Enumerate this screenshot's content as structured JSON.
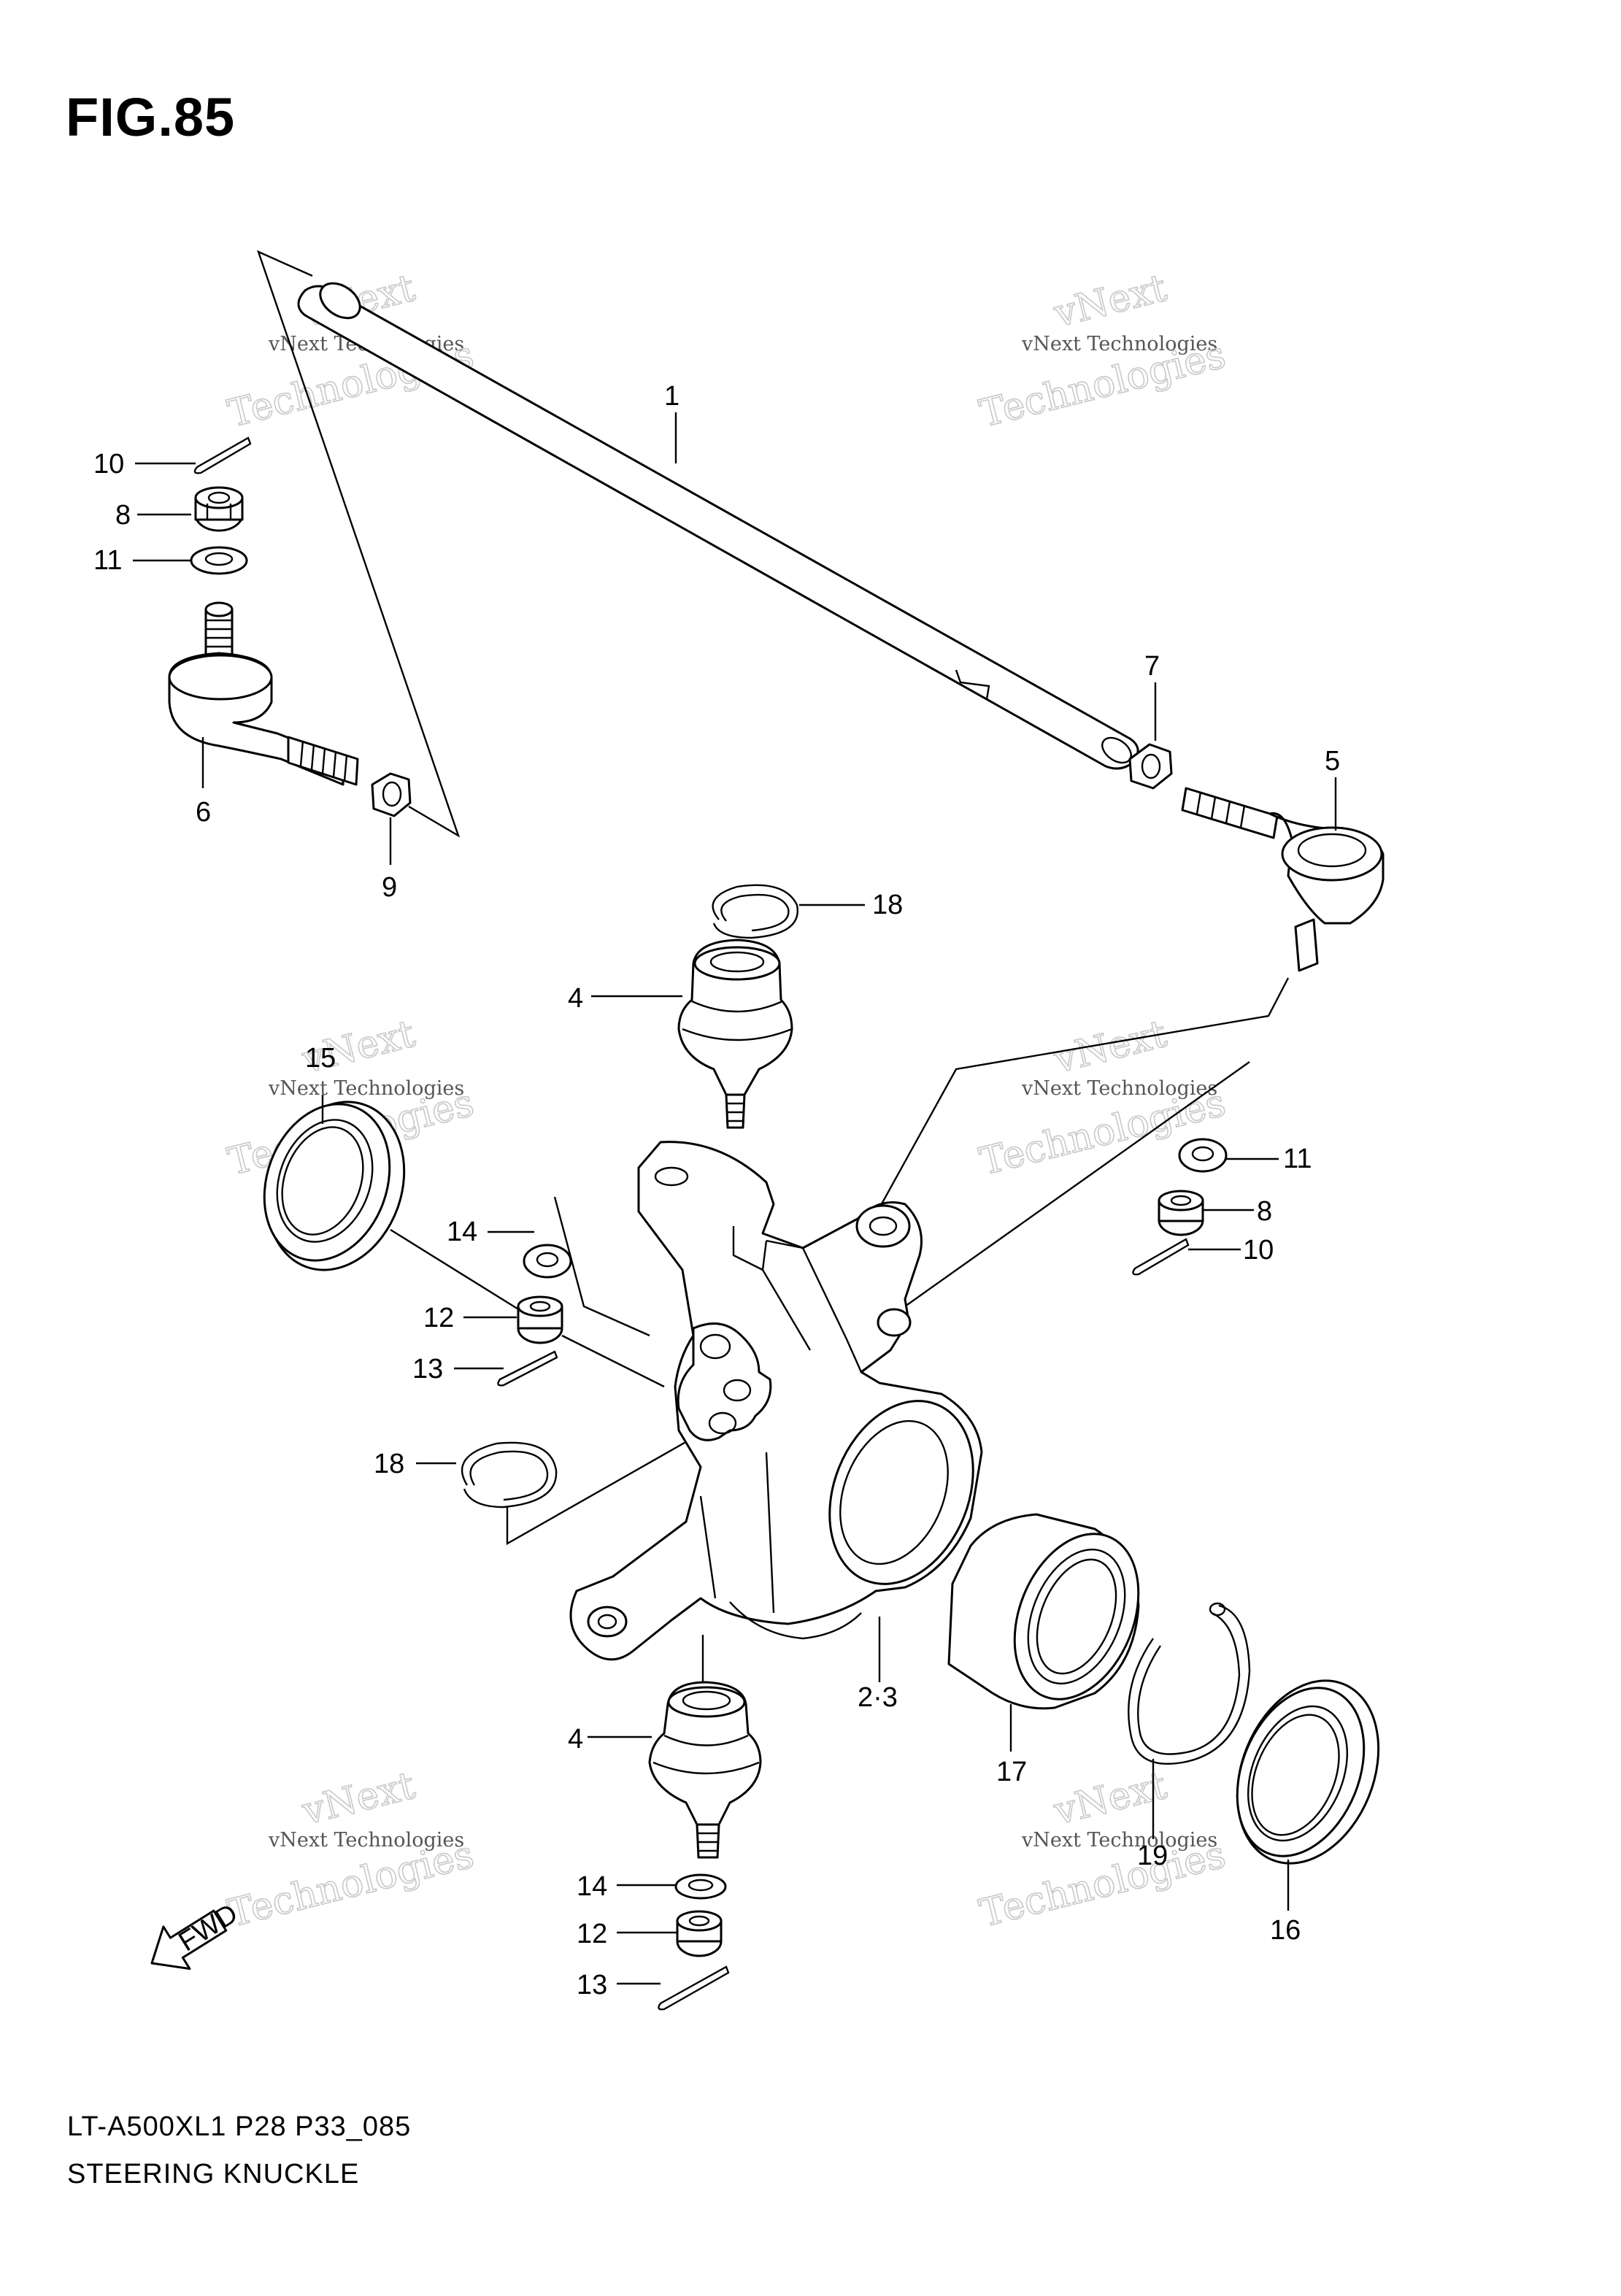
{
  "figure": {
    "title": "FIG.85",
    "model_code": "LT-A500XL1 P28 P33_085",
    "name": "STEERING KNUCKLE"
  },
  "watermark": {
    "brand": "vNext",
    "line": "vNext Technologies",
    "word": "Technologies"
  },
  "callouts": [
    "1",
    "2·3",
    "4",
    "4",
    "5",
    "6",
    "7",
    "8",
    "8",
    "9",
    "10",
    "10",
    "11",
    "11",
    "12",
    "12",
    "13",
    "13",
    "14",
    "14",
    "15",
    "16",
    "17",
    "18",
    "18",
    "19"
  ],
  "icons": {
    "direction": "fwd-arrow-icon",
    "direction_label": "FWD"
  }
}
